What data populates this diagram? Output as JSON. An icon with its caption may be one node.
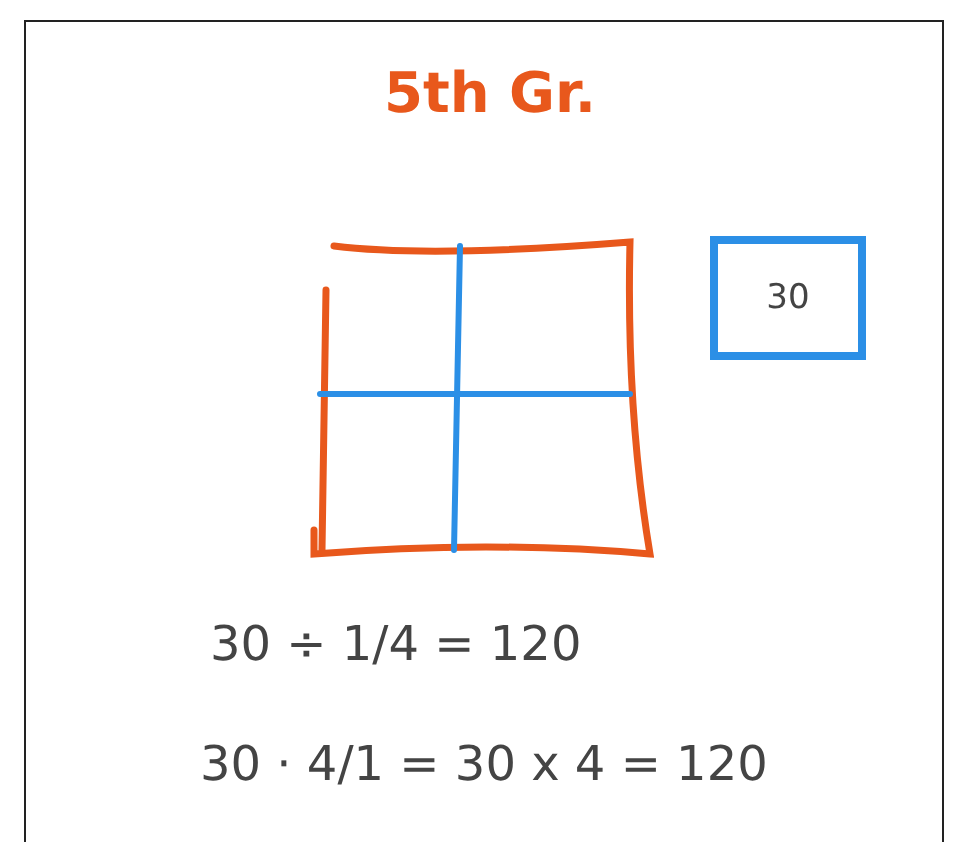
{
  "diagram": {
    "title": "5th Gr.",
    "nodes": [
      {
        "text": [],
        "shape": "box"
      },
      {
        "text": [
          "30"
        ]
      }
    ],
    "labels": [
      "30 ÷ 1/4 = 120",
      "30 · 4/1 = 30 x 4 = 120"
    ]
  }
}
